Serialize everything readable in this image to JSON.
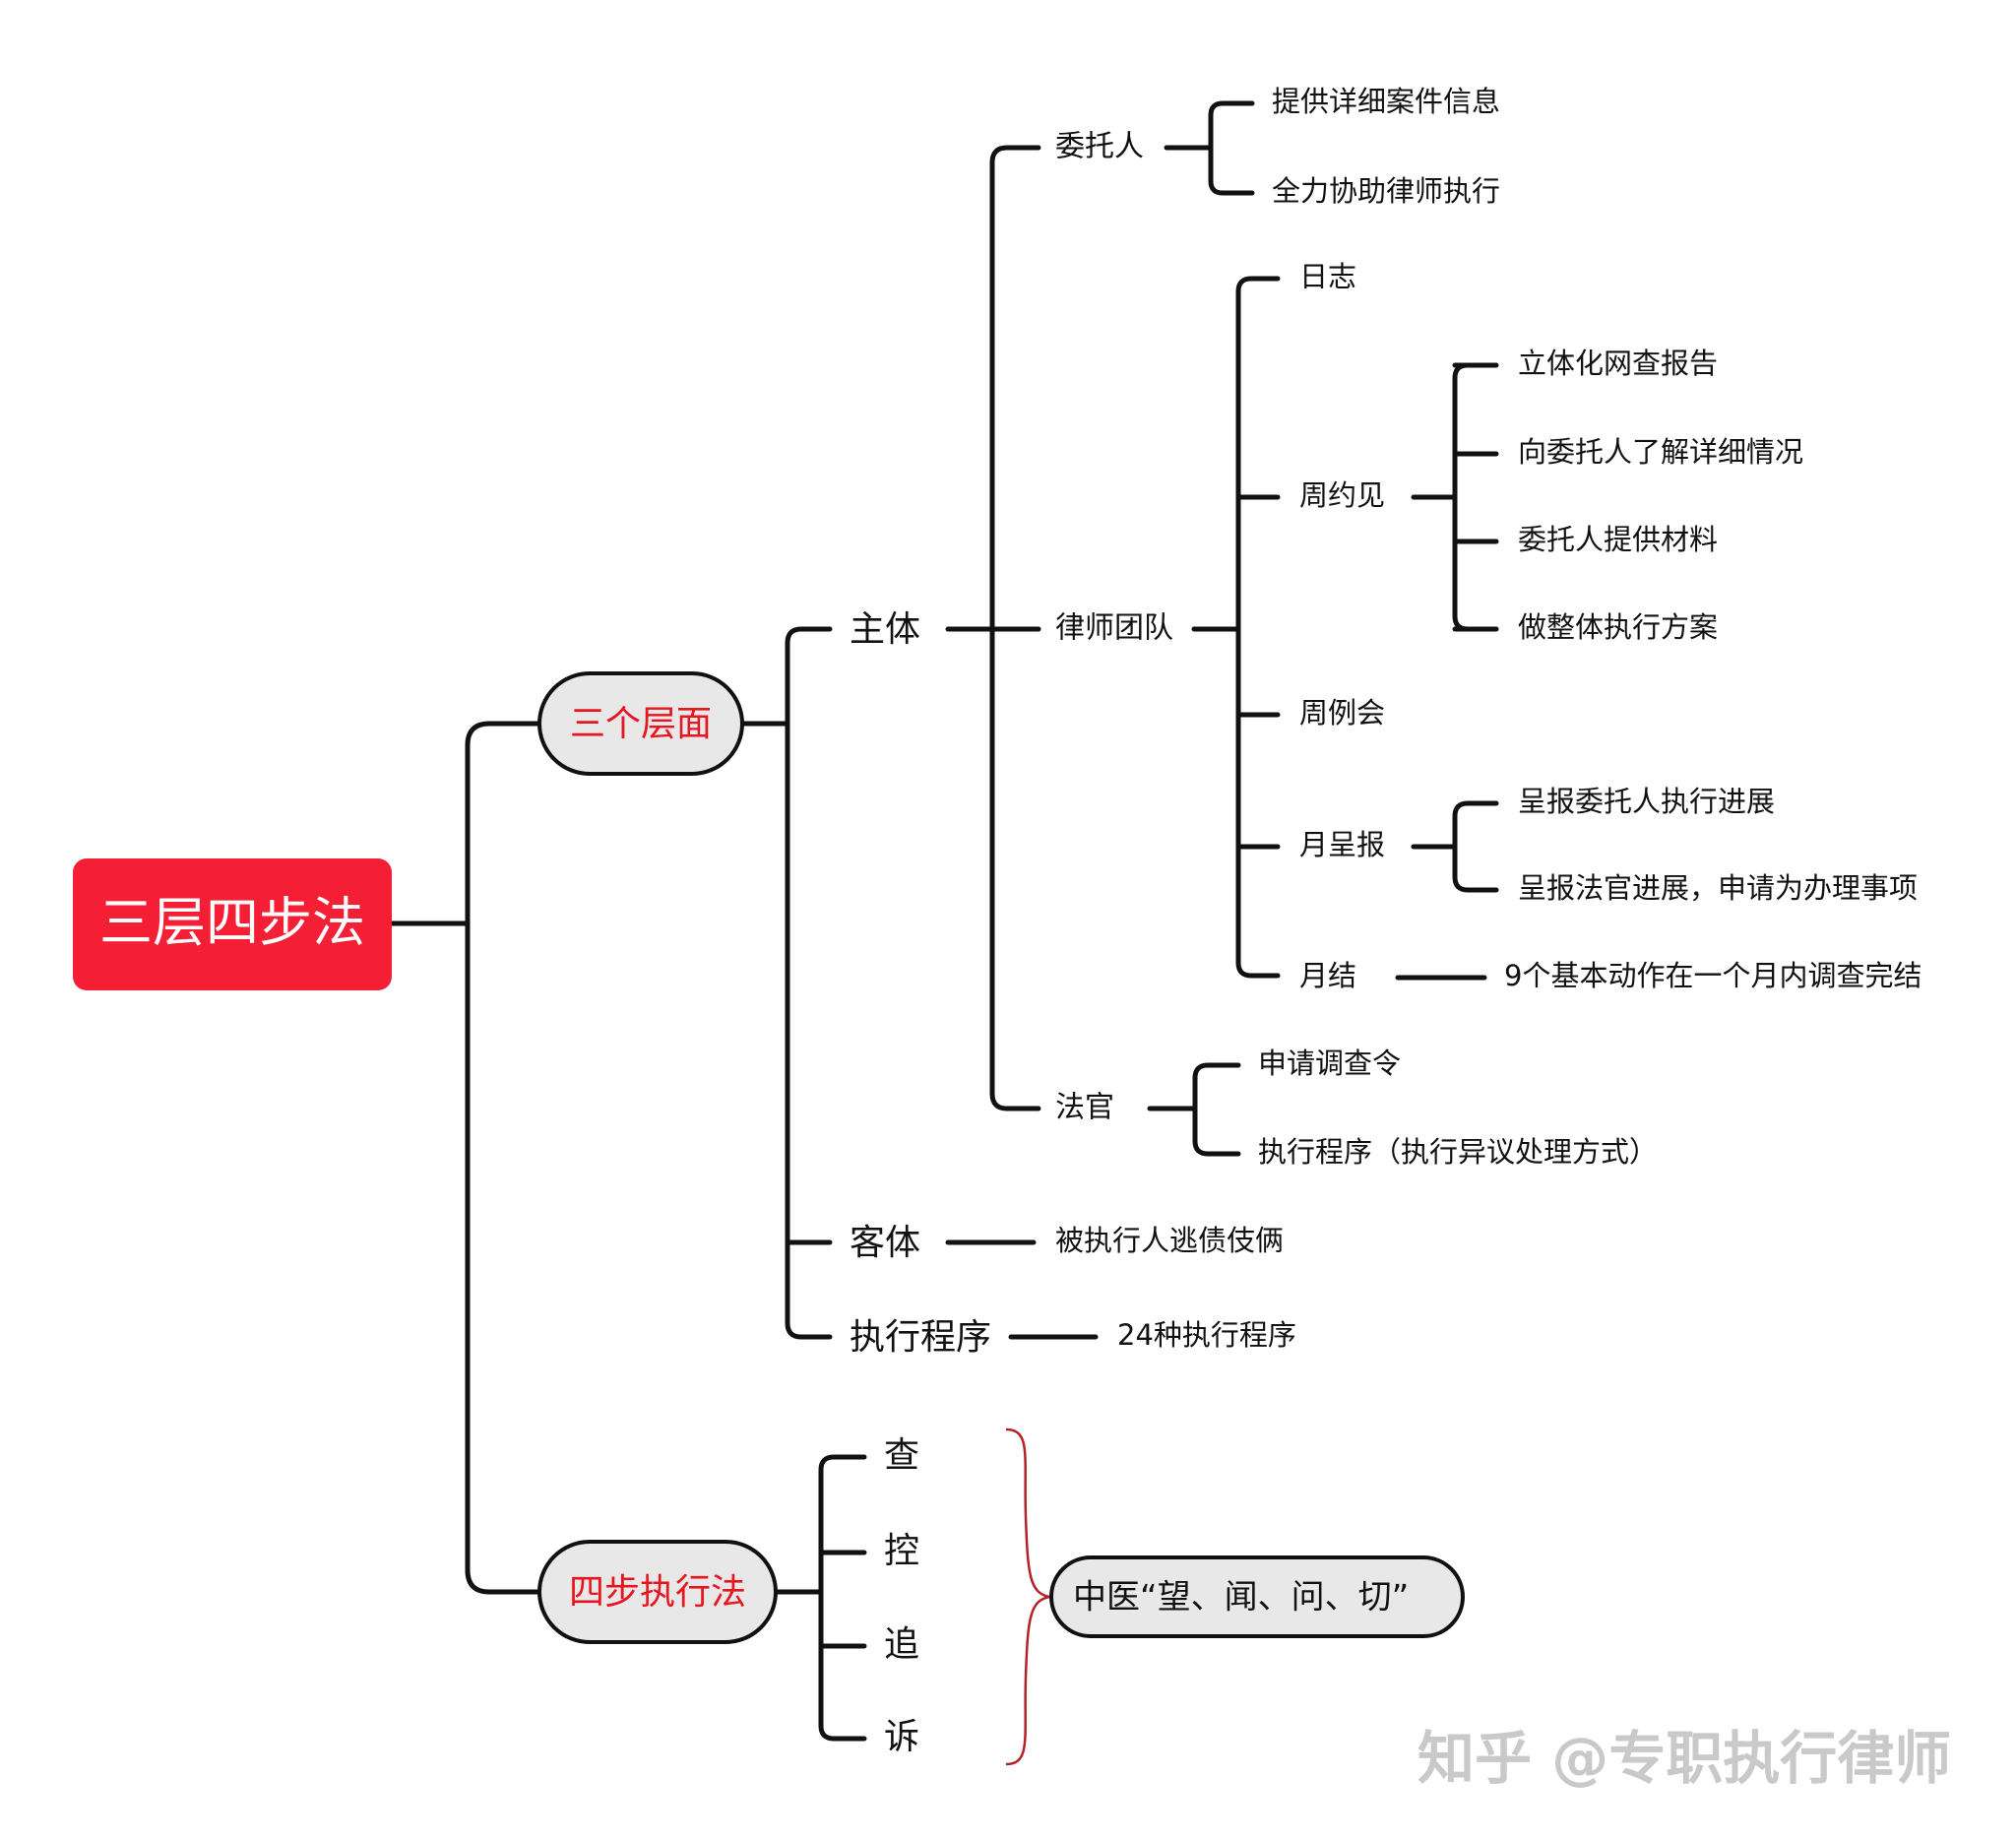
{
  "root": "三层四步法",
  "branches": {
    "three_levels": "三个层面",
    "four_steps": "四步执行法"
  },
  "subject": {
    "label": "主体",
    "client": {
      "label": "委托人",
      "items": [
        "提供详细案件信息",
        "全力协助律师执行"
      ]
    },
    "lawyer_team": {
      "label": "律师团队",
      "log": "日志",
      "weekly_meeting": {
        "label": "周约见",
        "items": [
          "立体化网查报告",
          "向委托人了解详细情况",
          "委托人提供材料",
          "做整体执行方案"
        ]
      },
      "weekly_routine": "周例会",
      "monthly_report": {
        "label": "月呈报",
        "items": [
          "呈报委托人执行进展",
          "呈报法官进展，申请为办理事项"
        ]
      },
      "monthly_close": {
        "label": "月结",
        "item": "9个基本动作在一个月内调查完结"
      }
    },
    "judge": {
      "label": "法官",
      "items": [
        "申请调查令",
        "执行程序（执行异议处理方式）"
      ]
    }
  },
  "object": {
    "label": "客体",
    "item": "被执行人逃债伎俩"
  },
  "procedure": {
    "label": "执行程序",
    "item": "24种执行程序"
  },
  "steps": {
    "items": [
      "查",
      "控",
      "追",
      "诉"
    ],
    "analogy": "中医“望、闻、问、切”"
  },
  "watermark": "知乎 @专职执行律师",
  "colors": {
    "root_fill": "#f41f35",
    "branch_text": "#e8141e",
    "branch_fill": "#e8e8e8",
    "brace": "#b32228"
  }
}
